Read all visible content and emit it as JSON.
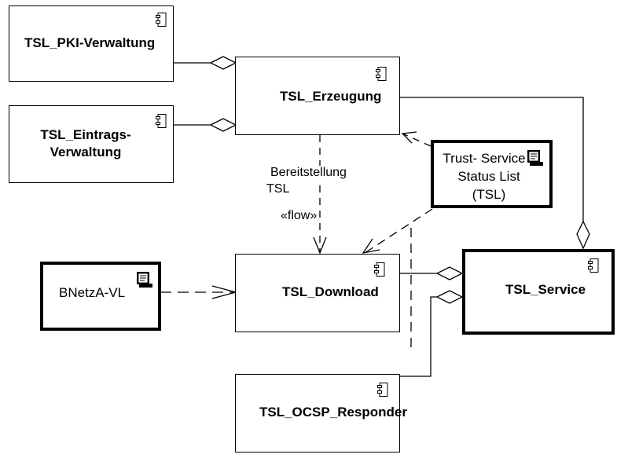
{
  "components": {
    "pki_verwaltung": "TSL_PKI-Verwaltung",
    "eintrags_verwaltung_line1": "TSL_Eintrags-",
    "eintrags_verwaltung_line2": "Verwaltung",
    "erzeugung": "TSL_Erzeugung",
    "download": "TSL_Download",
    "service": "TSL_Service",
    "ocsp_responder": "TSL_OCSP_Responder"
  },
  "artifacts": {
    "tsl_line1": "Trust- Service",
    "tsl_line2": "Status List",
    "tsl_line3": "(TSL)",
    "bnetza": "BNetzA-VL"
  },
  "edges": {
    "bereitstellung_line1": "Bereitstellung",
    "bereitstellung_line2": "TSL",
    "flow": "«flow»"
  },
  "icons": {
    "component": "uml-component-icon",
    "artifact": "document-artifact-icon"
  }
}
